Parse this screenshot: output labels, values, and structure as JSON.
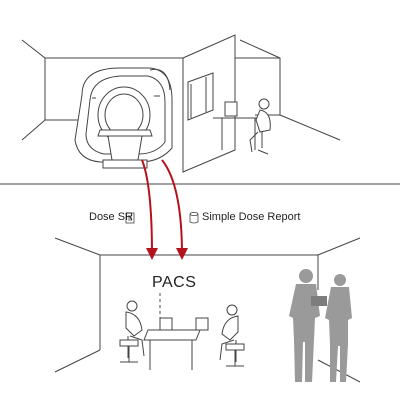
{
  "labels": {
    "dose_sr": "Dose SR",
    "simple_dose_report": "Simple Dose Report",
    "pacs": "PACS"
  },
  "icons": {
    "dose_sr": "document-icon",
    "simple_dose_report": "database-icon"
  },
  "colors": {
    "line": "#444444",
    "arrow": "#b5121b",
    "person": "#9a9a9a",
    "person_dark": "#7d7d7d"
  }
}
